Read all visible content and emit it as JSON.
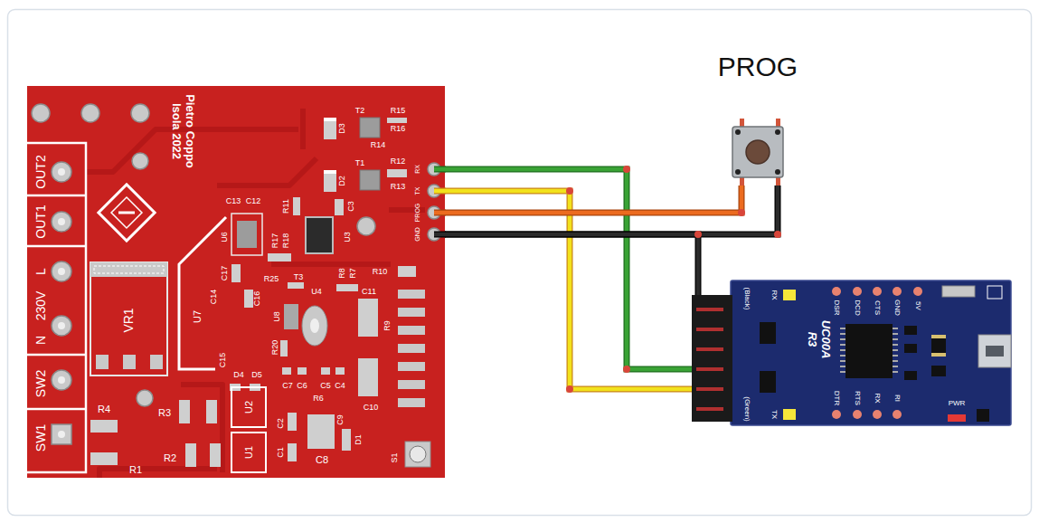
{
  "diagram": {
    "nodes": [
      {
        "text": [
          "Pietro Coppo Isola 2022"
        ]
      },
      {
        "text": [
          "PROG"
        ]
      },
      {
        "text": [
          "UC00A R3"
        ]
      }
    ],
    "edges": [
      {
        "from": 0,
        "to": 2,
        "arrow": "none"
      },
      {
        "from": 0,
        "to": 2,
        "arrow": "none"
      },
      {
        "from": 0,
        "to": 1,
        "arrow": "none"
      },
      {
        "from": 0,
        "to": 1,
        "arrow": "none"
      },
      {
        "from": 0,
        "to": 2,
        "arrow": "none"
      }
    ],
    "labels": [
      "OUT2",
      "OUT1",
      "L",
      "230V",
      "N",
      "SW2",
      "SW1",
      "D3",
      "T2",
      "R15",
      "R14",
      "R16",
      "D2",
      "T1",
      "R12",
      "R13",
      "R11",
      "C3",
      "C13",
      "C12",
      "U6",
      "R17",
      "R18",
      "U3",
      "R8",
      "R7",
      "R10",
      "U7",
      "C17",
      "C14",
      "C16",
      "R25",
      "T3",
      "U8",
      "U4",
      "C11",
      "R9",
      "C15",
      "D4",
      "D5",
      "R20",
      "C7",
      "C6",
      "C5",
      "C4",
      "R6",
      "C10",
      "C9",
      "C2",
      "VR1",
      "R4",
      "R3",
      "R2",
      "R1",
      "U2",
      "U1",
      "C1",
      "C8",
      "D1",
      "S1",
      "RX",
      "TX",
      "PROG",
      "GND",
      "(Black)",
      "RX",
      "DSR",
      "DCD",
      "CTS",
      "GND",
      "5V",
      "(Green)",
      "TX",
      "DTR",
      "RTS",
      "RX",
      "RI",
      "PWR"
    ]
  }
}
